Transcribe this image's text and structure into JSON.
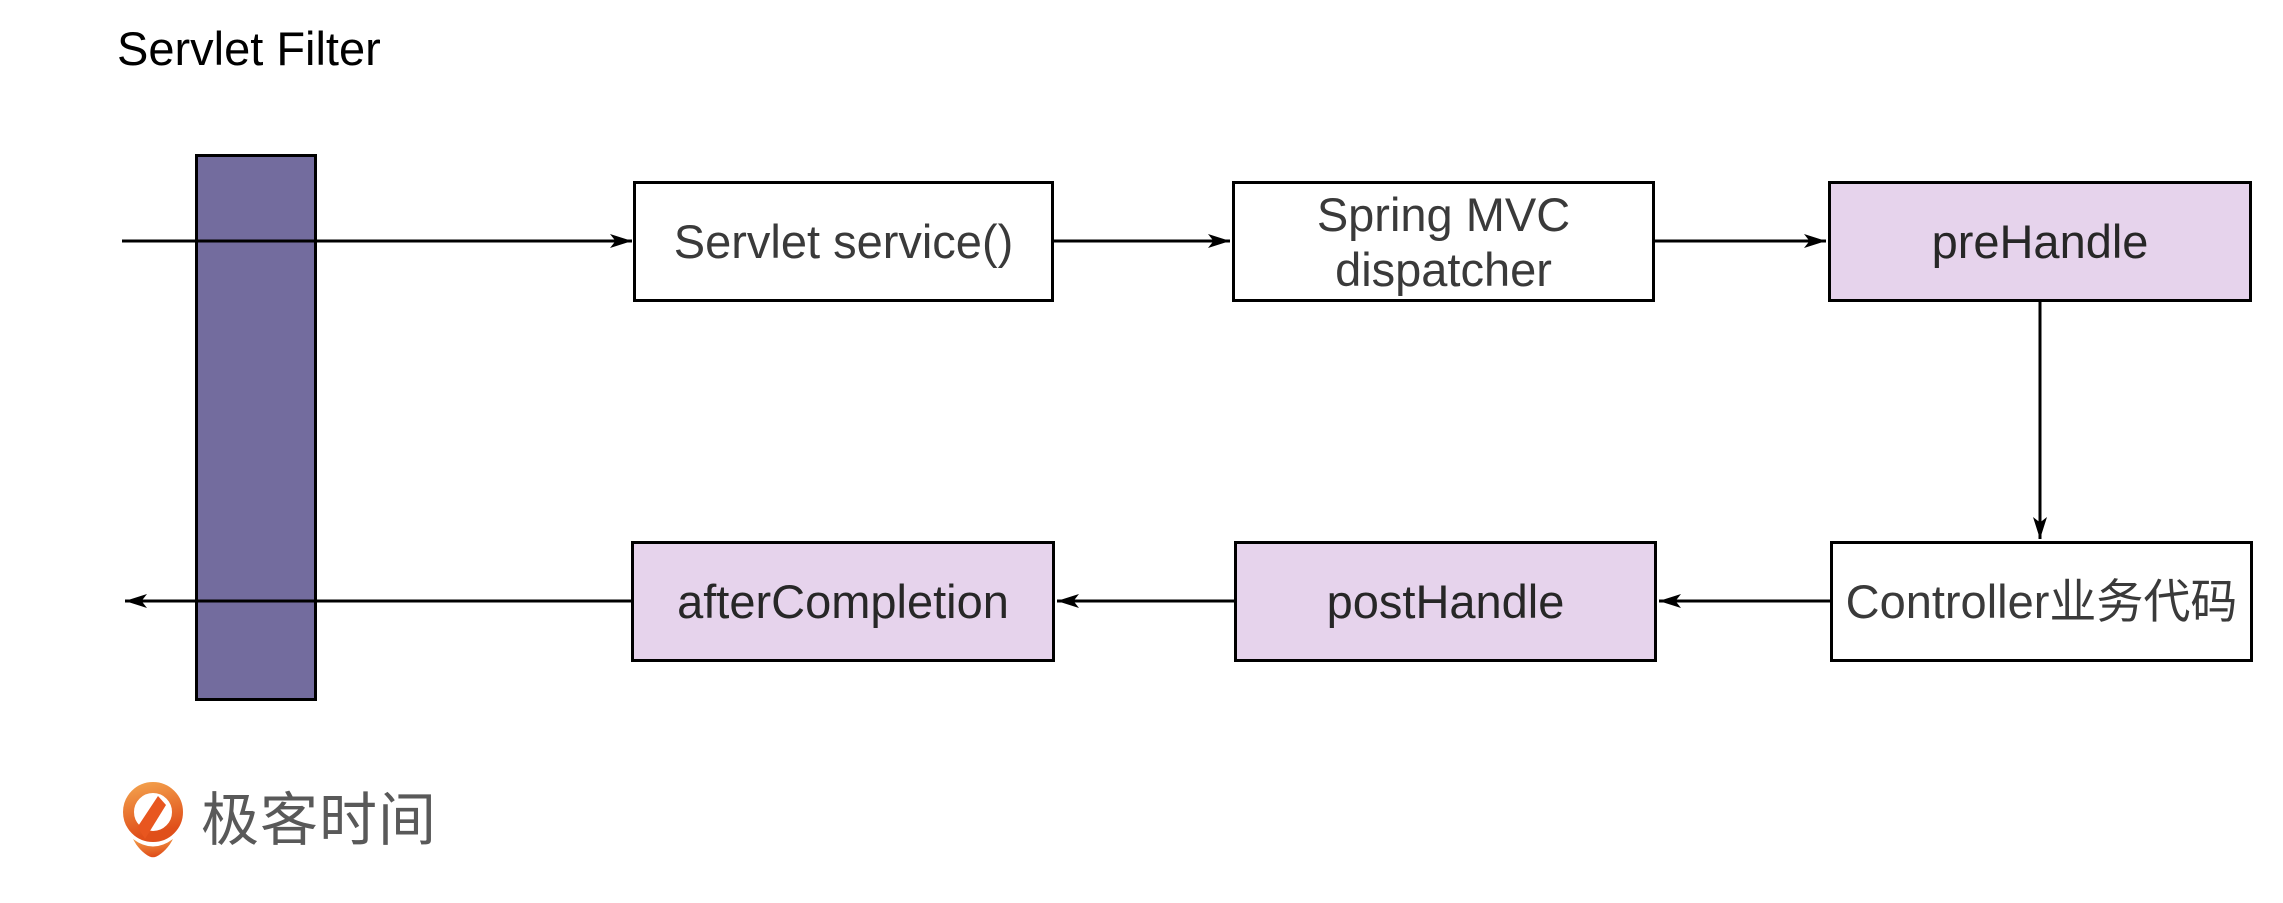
{
  "title": "Servlet Filter",
  "nodes": {
    "servlet_service": {
      "label": "Servlet service()"
    },
    "spring_mvc": {
      "label_lines": [
        "Spring MVC",
        "dispatcher"
      ]
    },
    "prehandle": {
      "label": "preHandle"
    },
    "controller": {
      "label": "Controller业务代码"
    },
    "posthandle": {
      "label": "postHandle"
    },
    "aftercompletion": {
      "label": "afterCompletion"
    }
  },
  "flow": {
    "edges": [
      {
        "from": "request",
        "to": "servlet_service"
      },
      {
        "from": "servlet_service",
        "to": "spring_mvc"
      },
      {
        "from": "spring_mvc",
        "to": "prehandle"
      },
      {
        "from": "prehandle",
        "to": "controller"
      },
      {
        "from": "controller",
        "to": "posthandle"
      },
      {
        "from": "posthandle",
        "to": "aftercompletion"
      },
      {
        "from": "aftercompletion",
        "to": "response"
      }
    ]
  },
  "colors": {
    "filter_bar_fill": "#736c9e",
    "interceptor_box_fill": "#e6d3ec",
    "plain_box_fill": "#ffffff",
    "box_border": "#000000",
    "arrow": "#000000",
    "box_text": "#3a3a3a",
    "title_text": "#000000",
    "logo_text_color": "#595959",
    "logo_orange_light": "#f29d4a",
    "logo_orange_dark": "#e04f1a"
  },
  "logo": {
    "text": "极客时间",
    "icon": "geektime-pin-icon"
  }
}
